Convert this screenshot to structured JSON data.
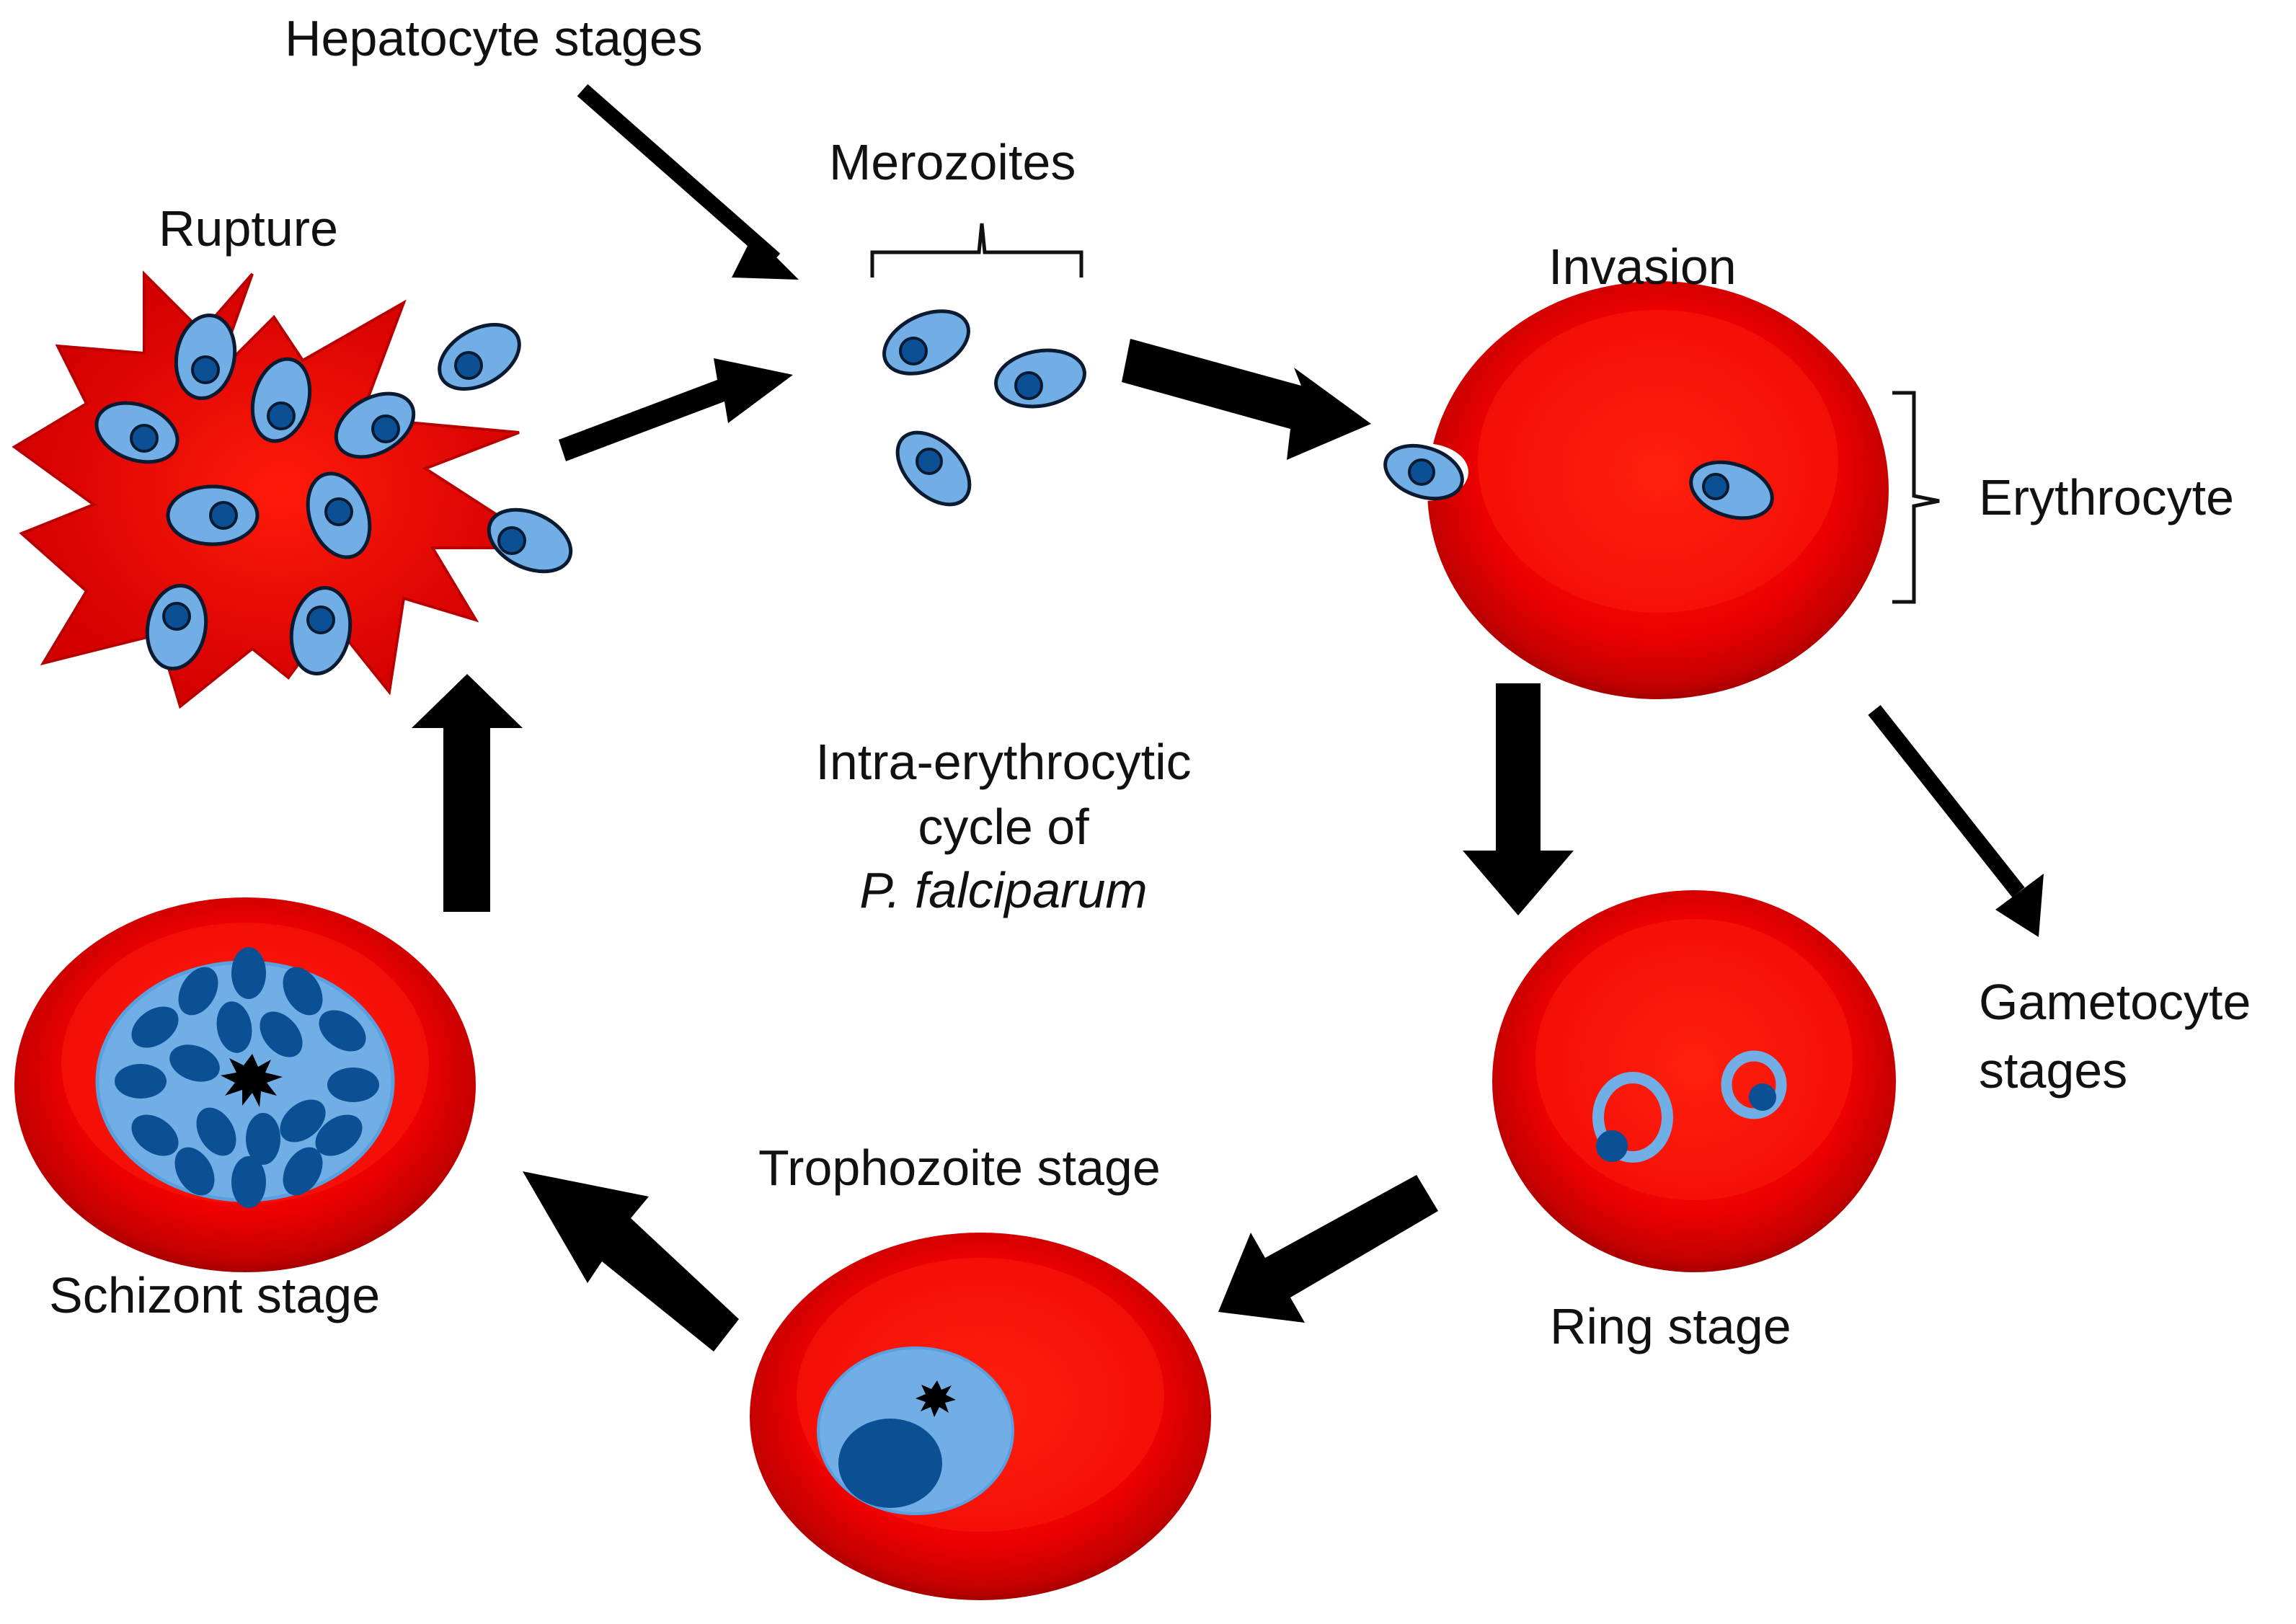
{
  "labels": {
    "hepatocyte_stages": "Hepatocyte stages",
    "merozoites": "Merozoites",
    "rupture": "Rupture",
    "invasion": "Invasion",
    "erythrocyte": "Erythrocyte",
    "center_line1": "Intra-erythrocytic",
    "center_line2": "cycle of",
    "center_line3": "P. falciparum",
    "gametocyte_line1": "Gametocyte",
    "gametocyte_line2": "stages",
    "ring_stage": "Ring stage",
    "trophozoite_stage": "Trophozoite  stage",
    "schizont_stage": "Schizont  stage"
  },
  "colors": {
    "cell_red": "#e80000",
    "cell_dark": "#b00000",
    "parasite_light": "#72aee6",
    "parasite_dark": "#0b4f94",
    "outline": "#0a1a30",
    "arrow": "#000000"
  }
}
